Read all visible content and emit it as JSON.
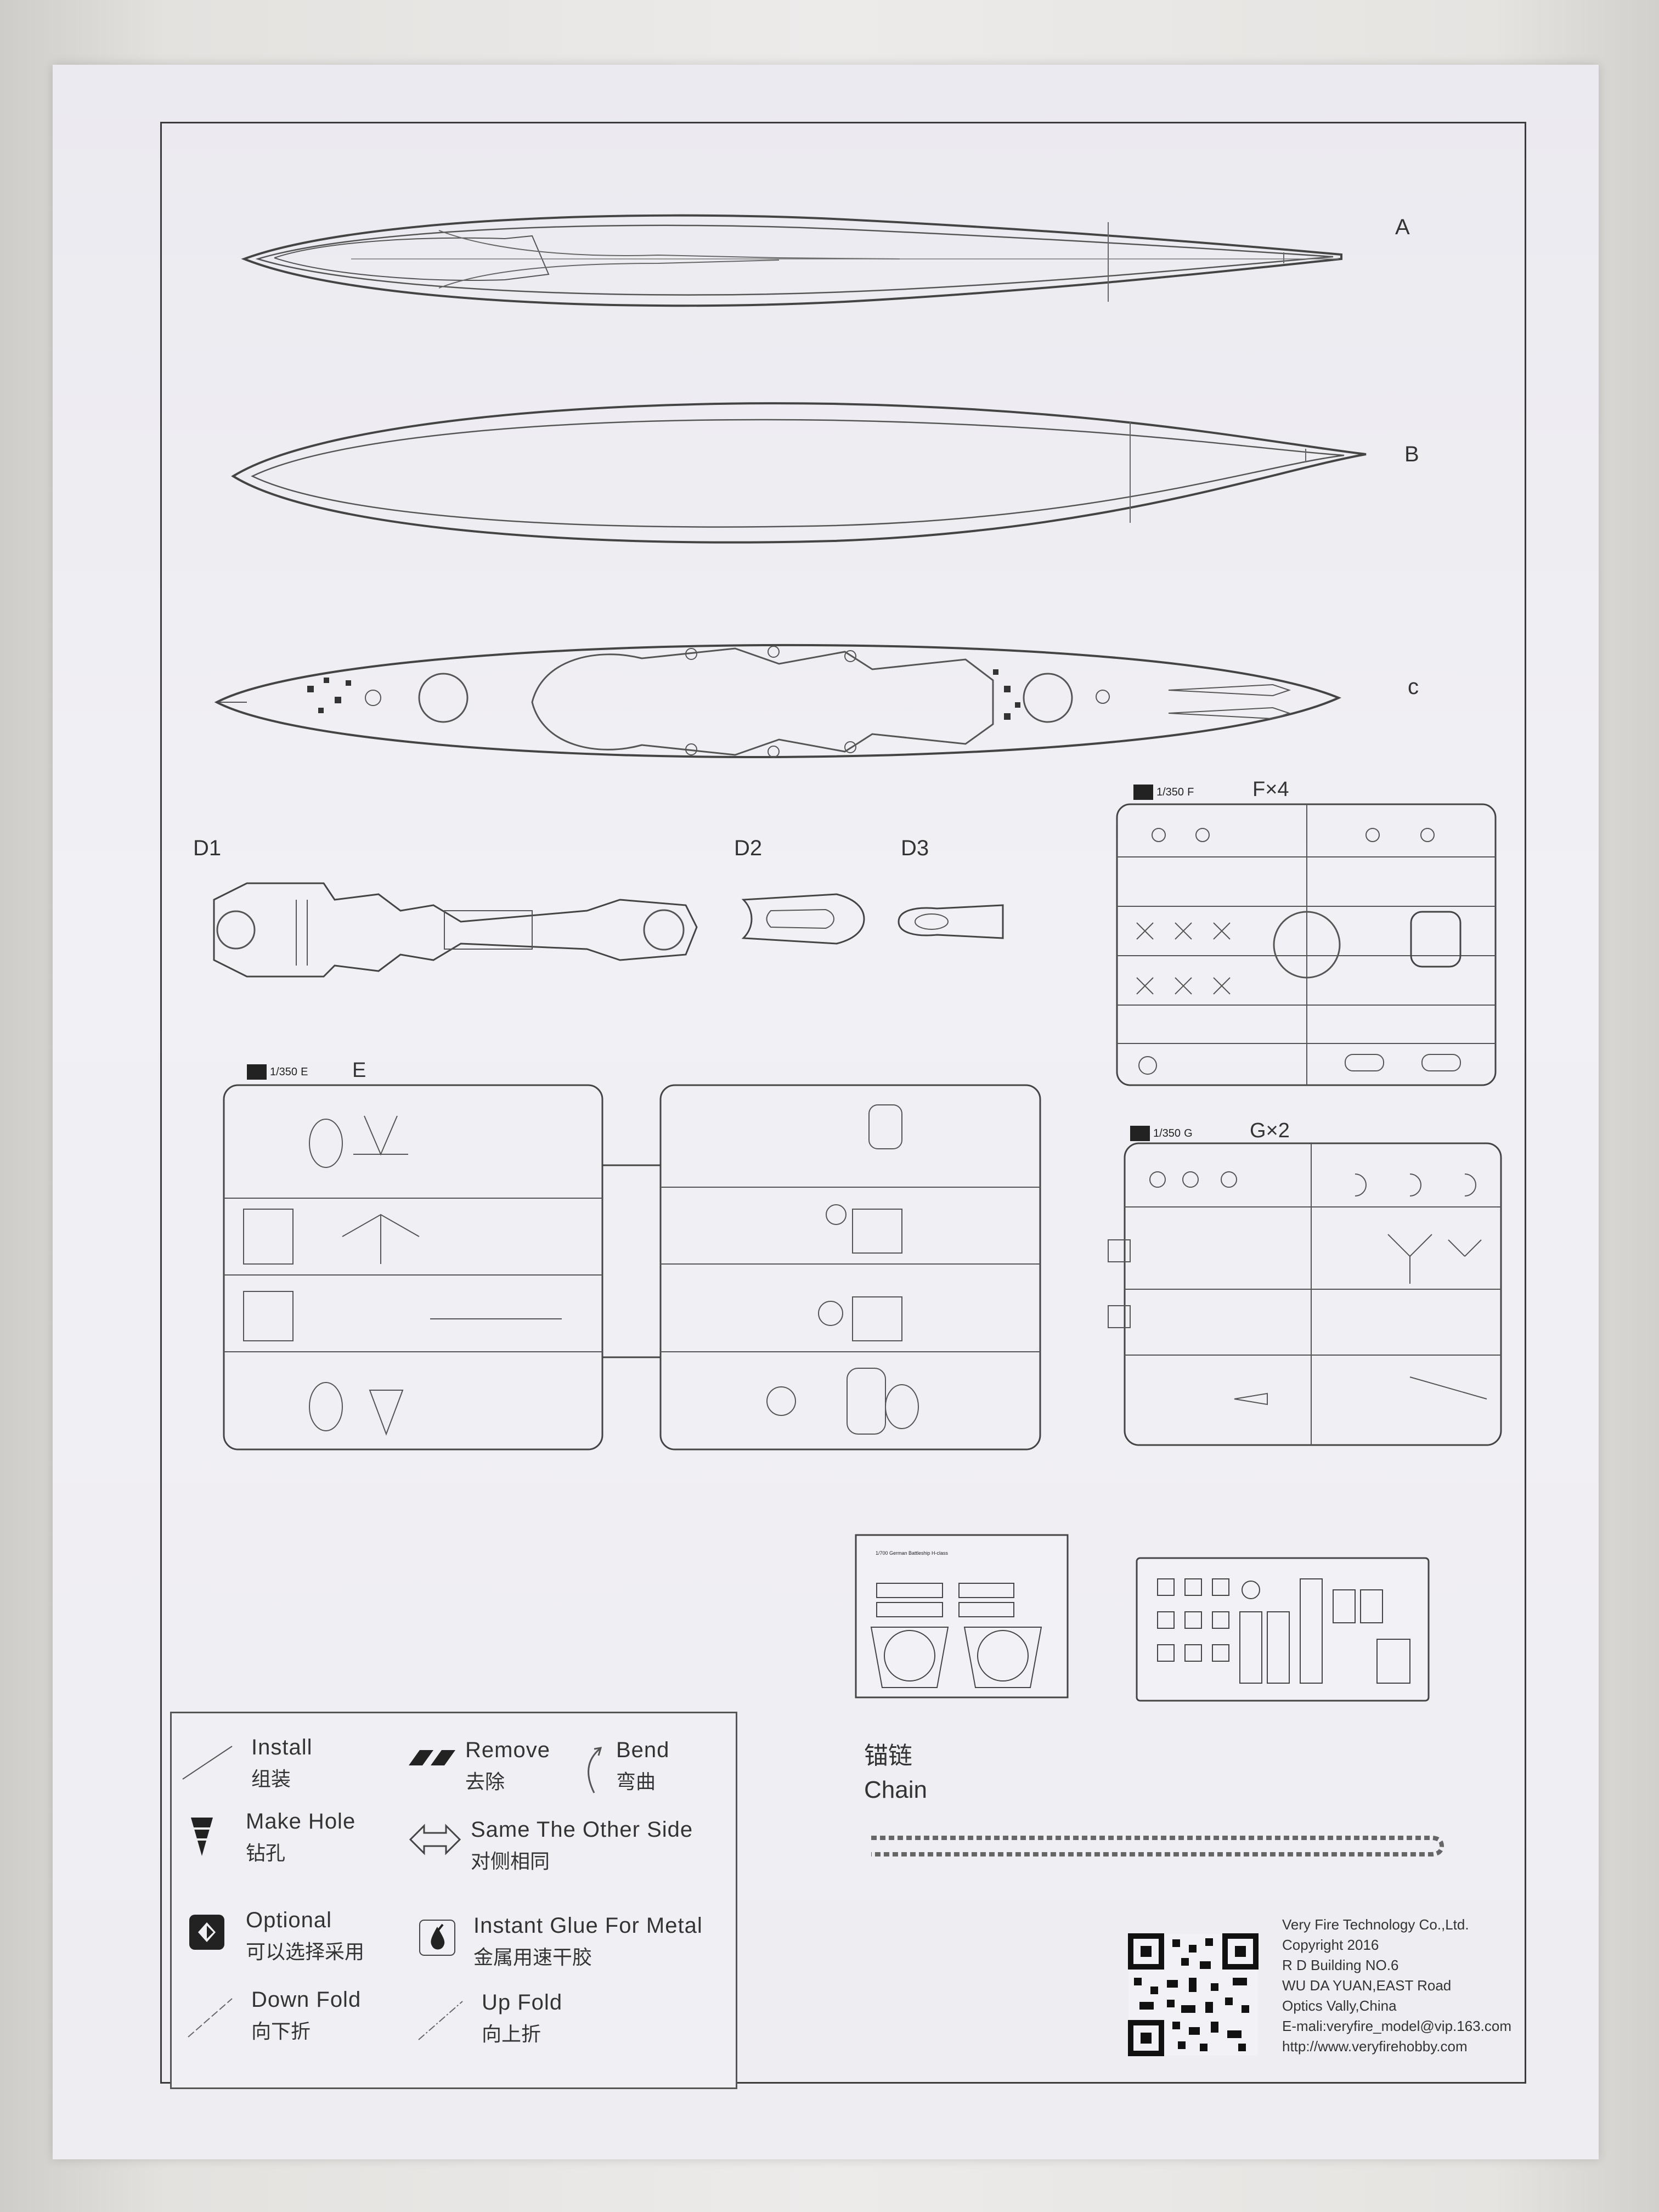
{
  "parts": {
    "hull_a": "A",
    "hull_b": "B",
    "hull_c": "c",
    "d1": "D1",
    "d2": "D2",
    "d3": "D3",
    "sprue_e": "E",
    "sprue_f": "F×4",
    "sprue_g": "G×2",
    "scale": "1/350",
    "scale_e_letter": "E",
    "scale_f_letter": "F",
    "scale_g_letter": "G",
    "photo_etch_title": "1/700 German Battleship H-class"
  },
  "legend": {
    "install_en": "Install",
    "install_cn": "组装",
    "remove_en": "Remove",
    "remove_cn": "去除",
    "bend_en": "Bend",
    "bend_cn": "弯曲",
    "make_hole_en": "Make Hole",
    "make_hole_cn": "钻孔",
    "same_side_en": "Same The Other Side",
    "same_side_cn": "对侧相同",
    "optional_en": "Optional",
    "optional_cn": "可以选择采用",
    "glue_en": "Instant Glue For Metal",
    "glue_cn": "金属用速干胶",
    "down_fold_en": "Down Fold",
    "down_fold_cn": "向下折",
    "up_fold_en": "Up Fold",
    "up_fold_cn": "向上折"
  },
  "chain": {
    "label_cn": "锚链",
    "label_en": "Chain"
  },
  "company": {
    "line1": "Very Fire Technology Co.,Ltd.",
    "line2": "Copyright 2016",
    "line3": "R D Building NO.6",
    "line4": "WU DA YUAN,EAST Road",
    "line5": "Optics Vally,China",
    "line6": "E-mali:veryfire_model@vip.163.com",
    "line7": "http://www.veryfirehobby.com"
  },
  "colors": {
    "ink": "#333333",
    "paper": "#efeef2"
  }
}
